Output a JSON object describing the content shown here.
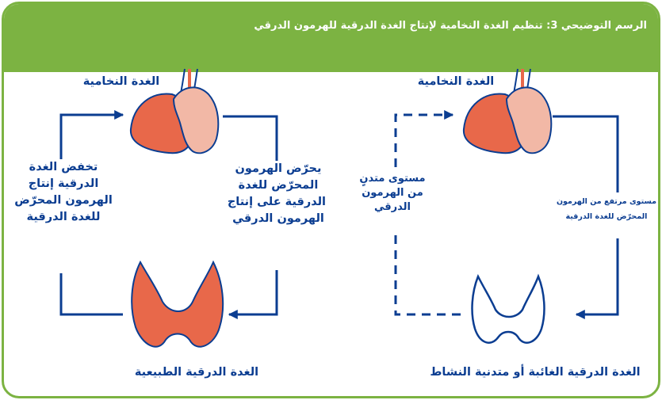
{
  "header": {
    "title": "الرسم التوضيحي 3: تنظيم الغدة النخامية لإنتاج الغدة الدرقية للهرمون الدرقي"
  },
  "left": {
    "pituitary_label": "الغدة النخامية",
    "thyroid_label": "الغدة الدرقية الطبيعية",
    "right_text": [
      "يحرّض الهرمون",
      "المحرّض للغدة",
      "الدرقية على إنتاج",
      "الهرمون الدرقي"
    ],
    "left_text": [
      "تخفض الغدة",
      "الدرقية إنتاج",
      "الهرمون المحرّض",
      "للغدة الدرقية"
    ]
  },
  "right": {
    "pituitary_label": "الغدة النخامية",
    "thyroid_label": "الغدة الدرقية الغائبة أو متدنية النشاط",
    "right_text": [
      "مستوى مرتفع من الهرمون",
      "المحرّض للغدة الدرقية"
    ],
    "left_text": [
      "مستوى متدنٍ",
      "من الهرمون",
      "الدرقي"
    ]
  },
  "colors": {
    "frame_green": "#7cb342",
    "navy": "#0b3d91",
    "thyroid_red": "#e8684a",
    "pituitary_pink": "#f2b8a6"
  },
  "icons": [
    "pituitary-gland-icon",
    "thyroid-gland-icon",
    "thyroid-outline-icon",
    "arrow-icon"
  ]
}
